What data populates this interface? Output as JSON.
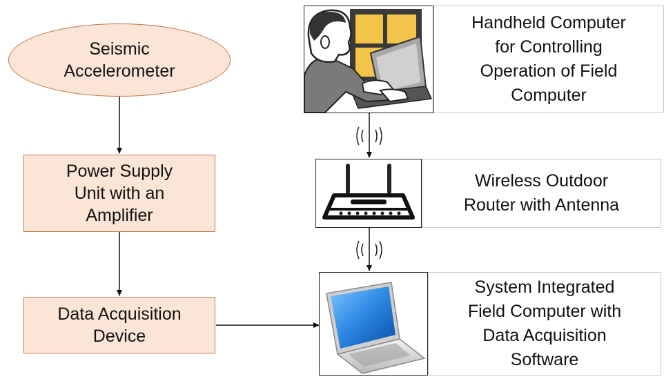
{
  "left_flow": {
    "sensor": [
      "Seismic",
      "Accelerometer"
    ],
    "power_supply": [
      "Power Supply",
      "Unit with an",
      "Amplifier"
    ],
    "daq_device": [
      "Data Acquisition",
      "Device"
    ]
  },
  "right_stack": {
    "handheld": [
      "Handheld Computer",
      "for Controlling",
      "Operation of Field",
      "Computer"
    ],
    "router": [
      "Wireless Outdoor",
      "Router with Antenna"
    ],
    "field_computer": [
      "System Integrated",
      "Field Computer with",
      "Data Acquisition",
      "Software"
    ]
  },
  "colors": {
    "peach_fill": "#fbe5d6",
    "peach_border": "#c0784a",
    "screen_blue": "#2a86e0",
    "window_yellow": "#f3c34a"
  },
  "icons": {
    "handheld": "person-using-laptop-icon",
    "router": "wireless-router-icon",
    "field_computer": "laptop-icon",
    "wireless_link": "wireless-signal-icon"
  }
}
